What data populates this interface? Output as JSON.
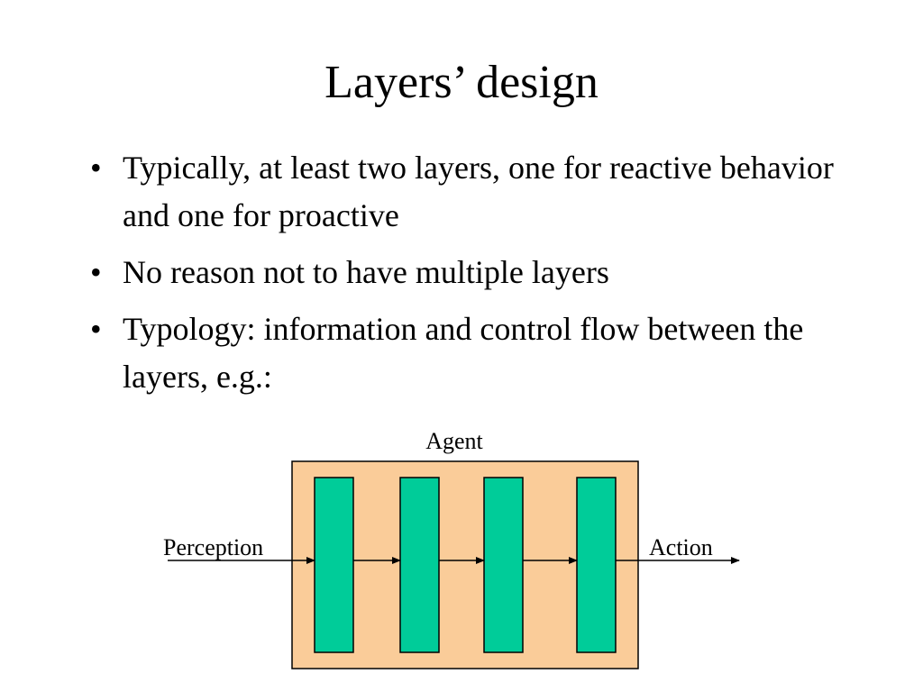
{
  "slide": {
    "title": "Layers’ design",
    "bullets": [
      {
        "text": "Typically, at least two layers, one for reactive behavior and one for proactive"
      },
      {
        "text": "No reason not to have multiple layers"
      },
      {
        "text": "Typology: information and control flow between the layers, e.g.:"
      }
    ],
    "bullet_glyph": "•"
  },
  "diagram": {
    "agent_label": "Agent",
    "input_label": "Perception",
    "output_label": "Action",
    "layer_count": 4,
    "colors": {
      "agent_fill": "#FACC99",
      "layer_fill": "#00CC99",
      "stroke": "#000000"
    }
  }
}
